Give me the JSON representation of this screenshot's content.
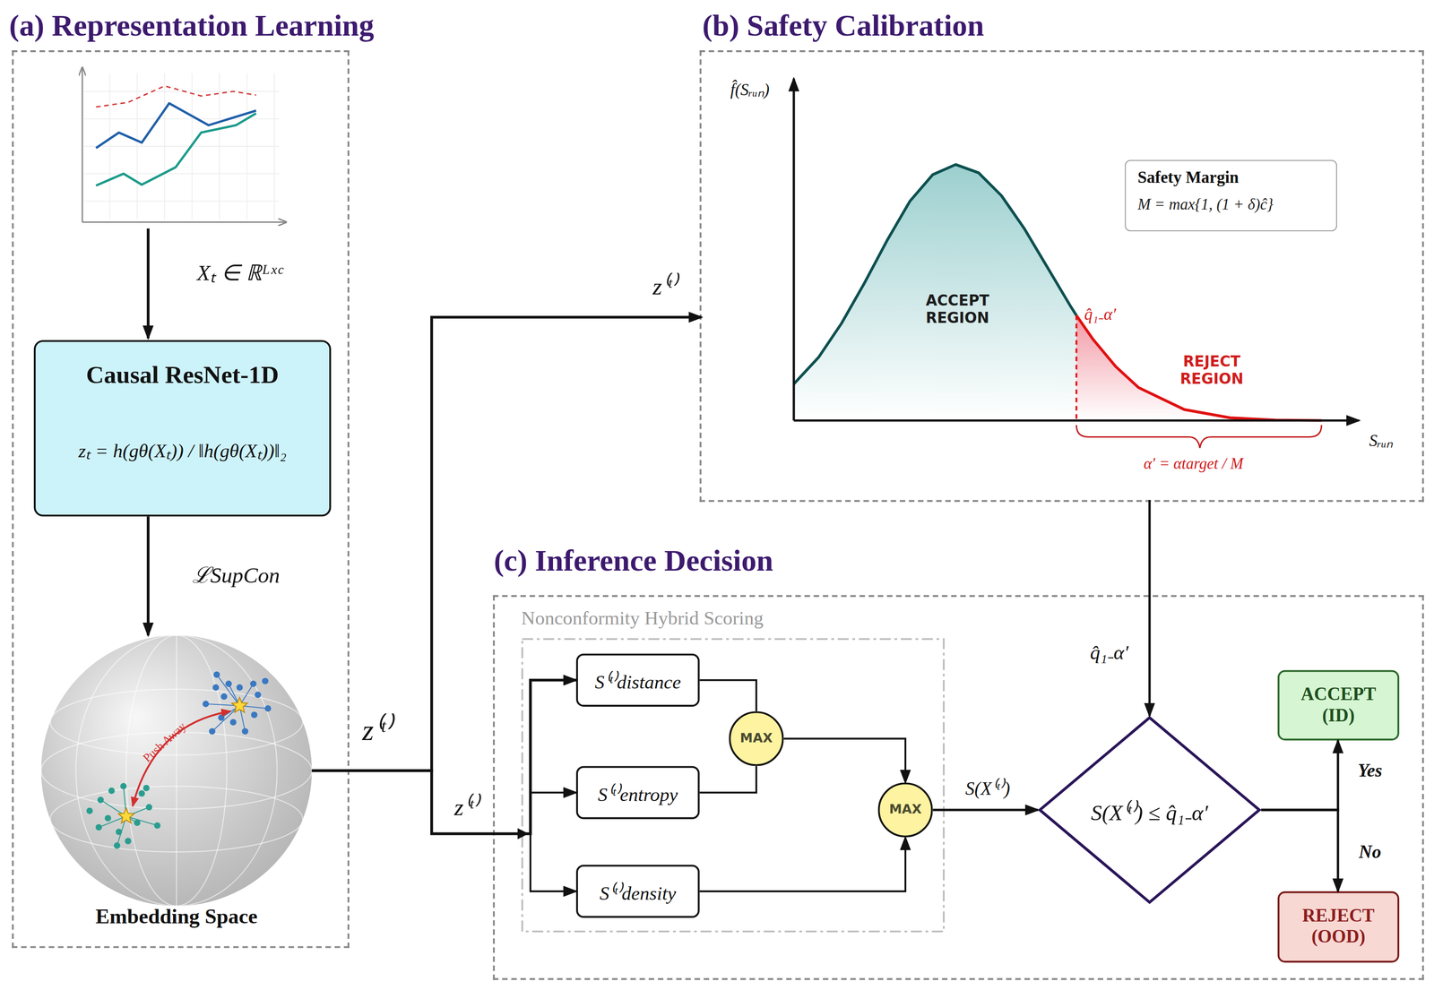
{
  "diagram": {
    "nodes": [
      {
        "text": [
          "(a) Representation Learning"
        ]
      },
      {
        "text": [
          "Causal ResNet-1D",
          "zₜ = h(gθ(Xₜ)) / ‖h(gθ(Xₜ))‖₂"
        ],
        "in": 0
      },
      {
        "text": [
          "Embedding Space"
        ],
        "in": 0
      },
      {
        "text": [
          "(b) Safety Calibration"
        ]
      },
      {
        "text": [
          "Safety Margin",
          "M = max{1, (1 + δ)ĉ}"
        ],
        "in": 3
      },
      {
        "text": [
          "(c) Inference Decision"
        ]
      },
      {
        "text": [
          "Nonconformity Hybrid Scoring"
        ],
        "in": 5
      },
      {
        "text": [
          "S⁽ᵗ⁾distance"
        ],
        "in": 6
      },
      {
        "text": [
          "S⁽ᵗ⁾entropy"
        ],
        "in": 6
      },
      {
        "text": [
          "S⁽ᵗ⁾density"
        ],
        "in": 6
      },
      {
        "text": [
          "MAX"
        ],
        "in": 6
      },
      {
        "text": [
          "MAX"
        ],
        "in": 6
      },
      {
        "text": [
          "S(X⁽ᵗ⁾) ≤ q̂₁₋α′"
        ],
        "in": 5
      },
      {
        "text": [
          "ACCEPT (ID)"
        ],
        "in": 5
      },
      {
        "text": [
          "REJECT (OOD)"
        ],
        "in": 5
      }
    ],
    "edges": [
      {
        "from": 1,
        "to": 2,
        "arrow": "to",
        "label": "ℒSupCon"
      },
      {
        "from": 2,
        "to": 3,
        "arrow": "to",
        "label": "z⁽ᵗ⁾"
      },
      {
        "from": 2,
        "to": 7,
        "arrow": "to",
        "label": "z⁽ᵗ⁾"
      },
      {
        "from": 2,
        "to": 8,
        "arrow": "to"
      },
      {
        "from": 2,
        "to": 9,
        "arrow": "to"
      },
      {
        "from": 7,
        "to": 10,
        "arrow": "none"
      },
      {
        "from": 8,
        "to": 10,
        "arrow": "none"
      },
      {
        "from": 10,
        "to": 11,
        "arrow": "to"
      },
      {
        "from": 9,
        "to": 11,
        "arrow": "to"
      },
      {
        "from": 11,
        "to": 12,
        "arrow": "to",
        "label": "S(X⁽ᵗ⁾)"
      },
      {
        "from": 3,
        "to": 12,
        "arrow": "to",
        "label": "q̂₁₋α′"
      },
      {
        "from": 12,
        "to": 13,
        "arrow": "to",
        "label": "Yes"
      },
      {
        "from": 12,
        "to": 14,
        "arrow": "to",
        "label": "No"
      }
    ],
    "labels": [
      "Xₜ ∈ ℝᴸˣᶜ",
      "Push Away",
      "z⁽ᵗ⁾",
      "f̂(Sᵣᵤₙ)",
      "Sᵣᵤₙ",
      "ACCEPT REGION",
      "REJECT REGION",
      "q̂₁₋α′",
      "α′ = αtarget / M"
    ]
  }
}
